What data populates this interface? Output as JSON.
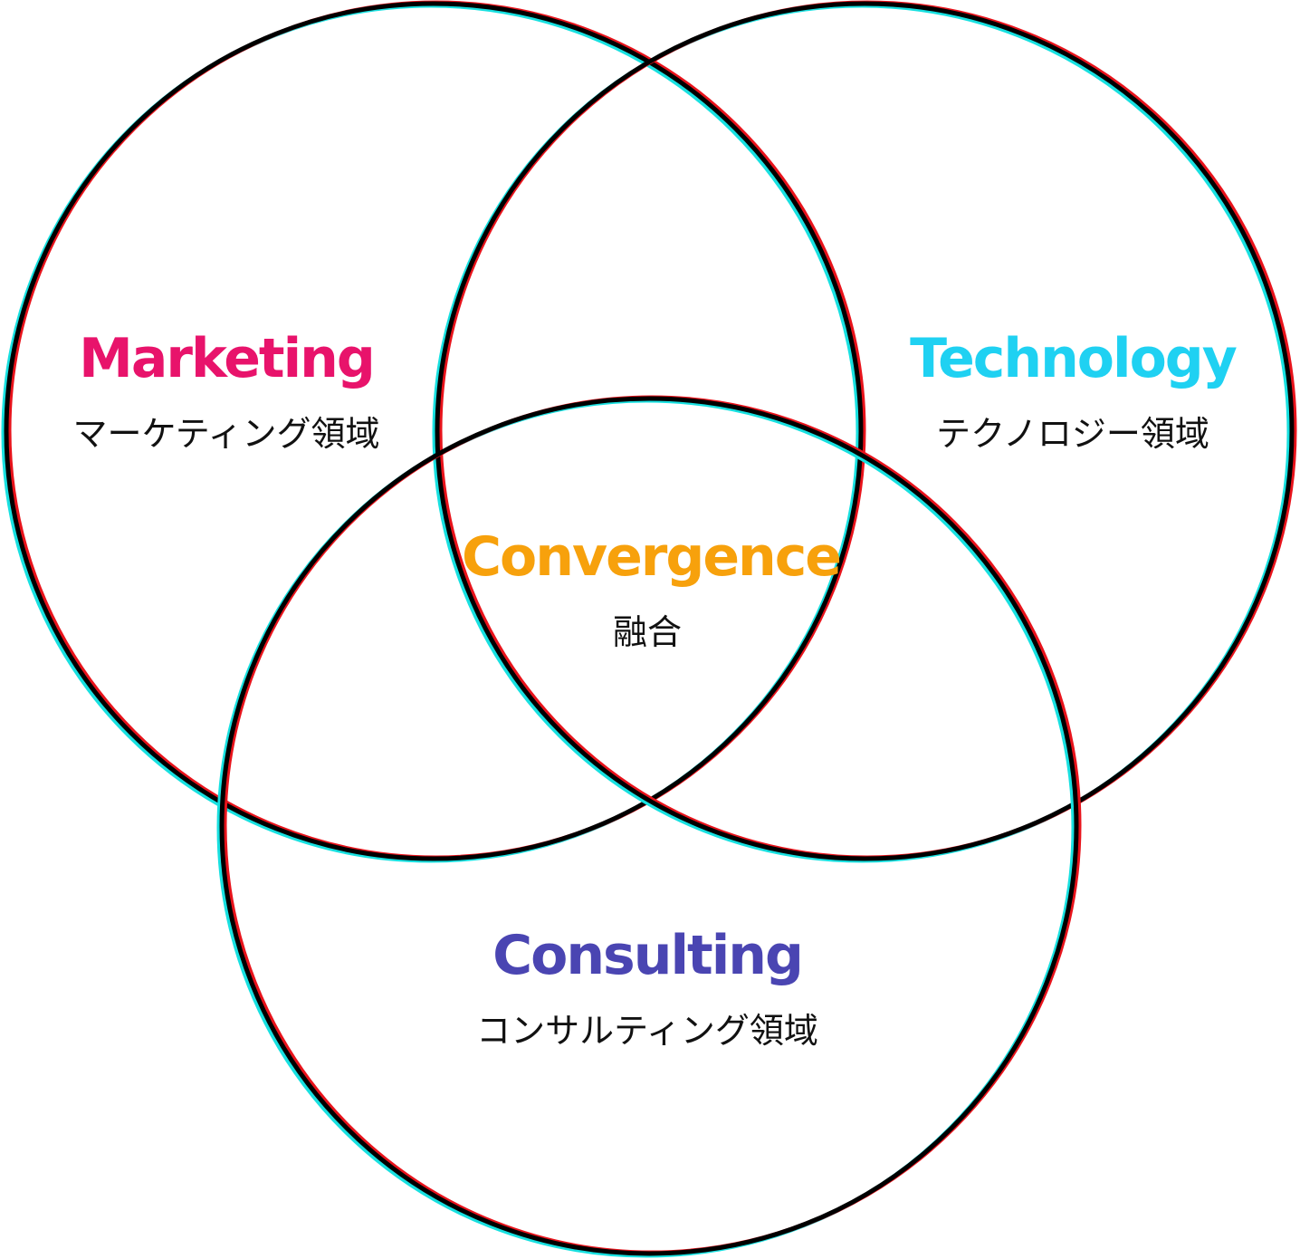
{
  "colors": {
    "marketing": "#E8136B",
    "technology": "#1FD1F2",
    "convergence": "#F7A10C",
    "consulting": "#4A45B2",
    "ring": "#000000",
    "ring_shadow_left": "#18E0E0",
    "ring_shadow_right": "#E8131B"
  },
  "areas": {
    "marketing": {
      "title": "Marketing",
      "subtitle": "マーケティング領域"
    },
    "technology": {
      "title": "Technology",
      "subtitle": "テクノロジー領域"
    },
    "convergence": {
      "title": "Convergence",
      "subtitle": "融合"
    },
    "consulting": {
      "title": "Consulting",
      "subtitle": "コンサルティング領域"
    }
  }
}
